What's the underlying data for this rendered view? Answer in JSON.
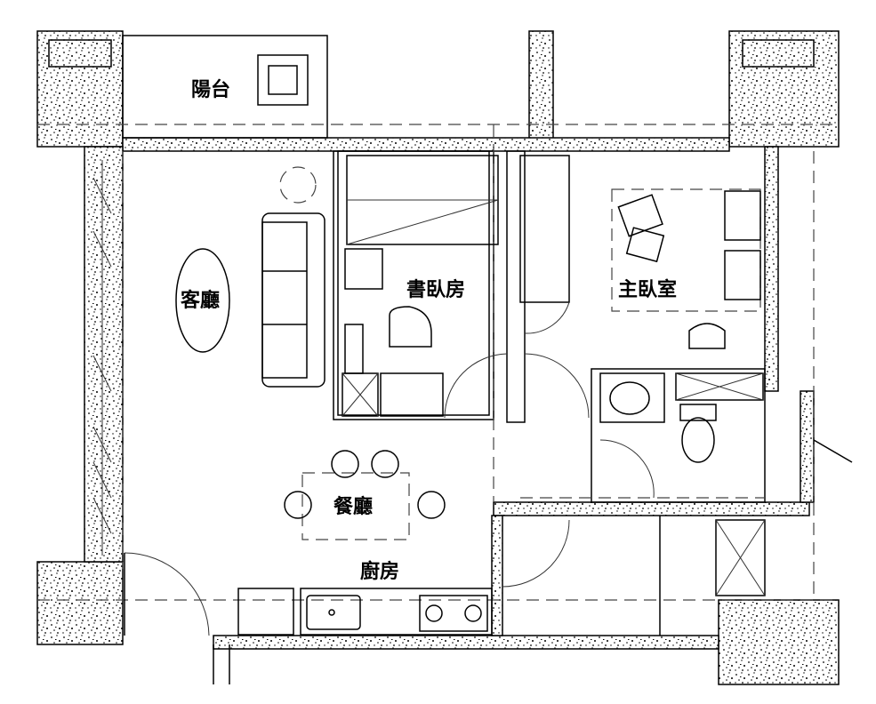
{
  "rooms": {
    "balcony": "陽台",
    "living_room": "客廳",
    "study_bedroom": "書臥房",
    "master_bedroom": "主臥室",
    "dining_room": "餐廳",
    "kitchen": "廚房"
  }
}
